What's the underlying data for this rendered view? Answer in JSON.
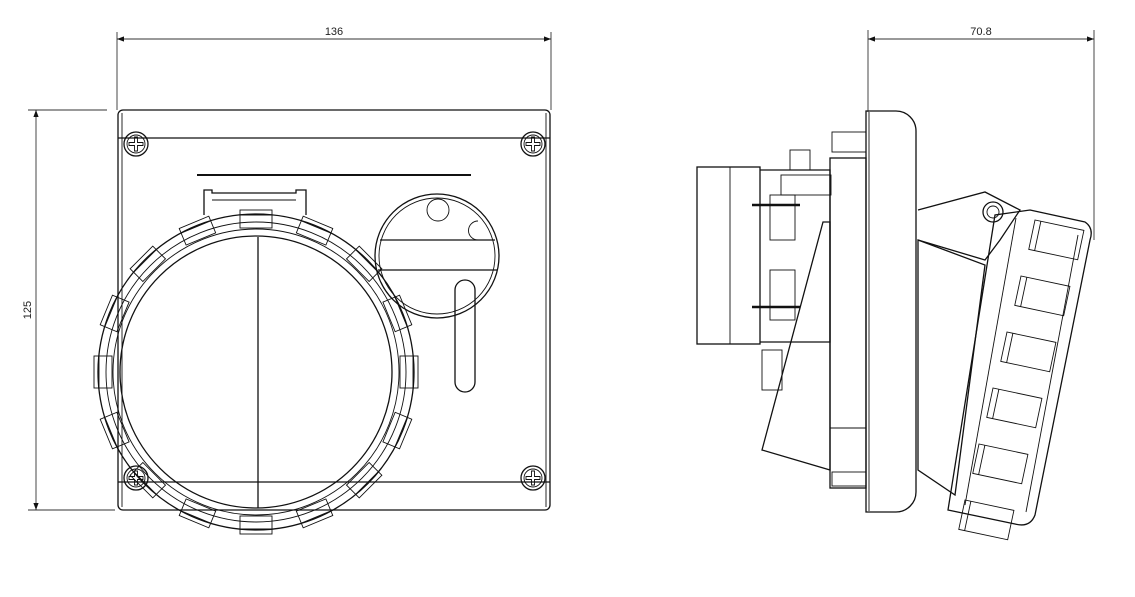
{
  "dimensions": {
    "front_width": "136",
    "front_height": "125",
    "side_depth": "70.8"
  },
  "colors": {
    "line": "#111111",
    "background": "#ffffff"
  }
}
